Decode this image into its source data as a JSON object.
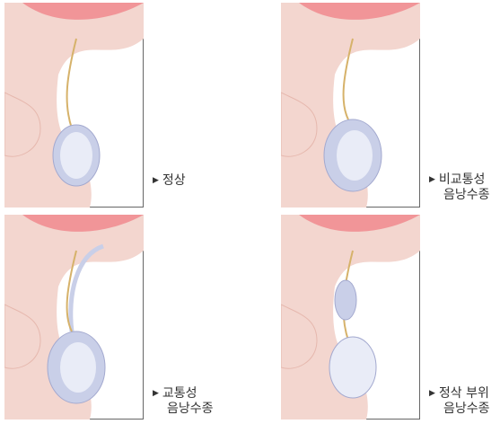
{
  "panels": [
    {
      "id": "normal",
      "label_line1": "정상",
      "label_line2": ""
    },
    {
      "id": "non-communicating",
      "label_line1": "비교통성",
      "label_line2": "음낭수종"
    },
    {
      "id": "communicating",
      "label_line1": "교통성",
      "label_line2": "음낭수종"
    },
    {
      "id": "cord",
      "label_line1": "정삭 부위",
      "label_line2": "음낭수종"
    }
  ],
  "colors": {
    "border": "#666666",
    "skin": "#f3d6cf",
    "skin_dark": "#e6b8ae",
    "muscle": "#f08a8e",
    "fluid": "#c9cfe8",
    "testis": "#e9ecf7"
  }
}
